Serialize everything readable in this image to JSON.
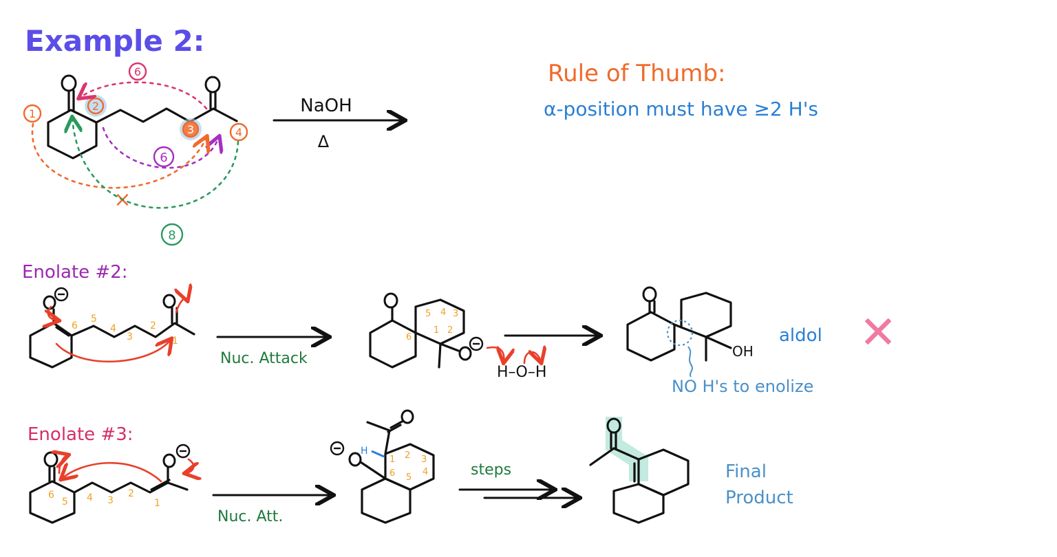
{
  "title": "Example 2:",
  "rule": {
    "heading": "Rule of Thumb:",
    "text": "α-position must have ≥2 H's"
  },
  "reagents": {
    "above": "NaOH",
    "below": "Δ"
  },
  "example": {
    "position_labels": [
      "1",
      "2",
      "3",
      "4"
    ],
    "ring_sizes": {
      "two_to_three": "6",
      "two_to_four": "6",
      "one_to_three": "×",
      "three_to_one": "8"
    }
  },
  "enolate2": {
    "heading": "Enolate #2:",
    "step1_label": "Nuc. Attack",
    "chain_numbers": [
      "6",
      "5",
      "4",
      "3",
      "2",
      "1"
    ],
    "ring_numbers": [
      "6",
      "1",
      "2",
      "5",
      "4",
      "3"
    ],
    "water": "H–O–H",
    "oh": "OH",
    "aldol_label": "aldol",
    "reject_mark": "✕",
    "note": "NO H's to enolize"
  },
  "enolate3": {
    "heading": "Enolate #3:",
    "step1_label": "Nuc. Att.",
    "chain_numbers": [
      "6",
      "5",
      "4",
      "3",
      "2",
      "1"
    ],
    "ring_numbers": [
      "1",
      "2",
      "3",
      "6",
      "5",
      "4"
    ],
    "h_label": "H",
    "steps_label": "steps",
    "final_label_line1": "Final",
    "final_label_line2": "Product"
  },
  "colors": {
    "title": "#5b4de8",
    "rule_heading": "#f06a2c",
    "rule_text": "#2a7fd4",
    "enolate2": "#9b27b0",
    "enolate3": "#d62d6b",
    "green_label": "#1e7a3c",
    "blue_label": "#4a90c8",
    "orange_num": "#f0a020",
    "red_arrow": "#e8402a",
    "highlight": "#7ad0b8"
  }
}
